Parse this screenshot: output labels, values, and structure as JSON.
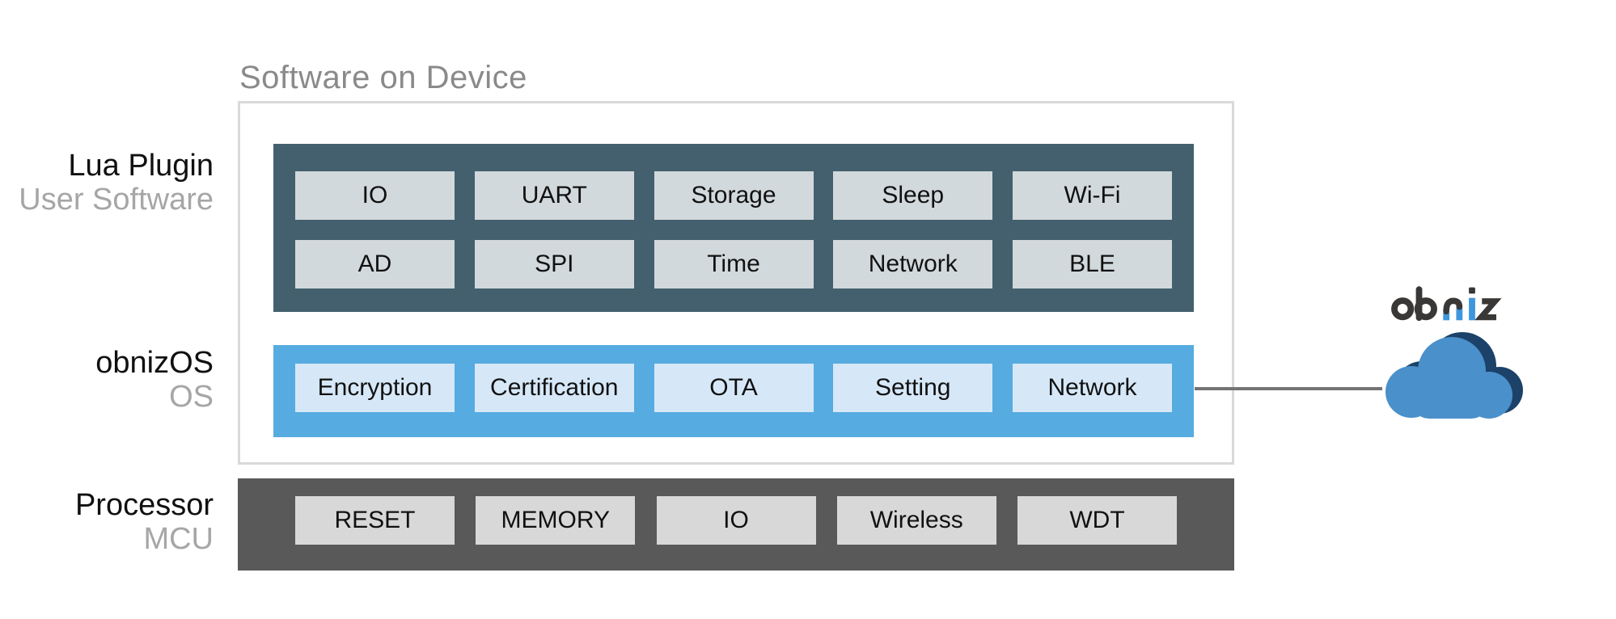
{
  "title": "Software on Device",
  "sections": {
    "user_software": {
      "label": "Lua Plugin",
      "sublabel": "User Software",
      "rows": [
        [
          "IO",
          "UART",
          "Storage",
          "Sleep",
          "Wi-Fi"
        ],
        [
          "AD",
          "SPI",
          "Time",
          "Network",
          "BLE"
        ]
      ]
    },
    "os": {
      "label": "obnizOS",
      "sublabel": "OS",
      "chips": [
        "Encryption",
        "Certification",
        "OTA",
        "Setting",
        "Network"
      ]
    },
    "processor": {
      "label": "Processor",
      "sublabel": "MCU",
      "chips": [
        "RESET",
        "MEMORY",
        "IO",
        "Wireless",
        "WDT"
      ]
    }
  },
  "cloud": {
    "label": "obniz"
  },
  "colors": {
    "user_layer": "#44606e",
    "user_chip": "#d2d9dc",
    "os_layer": "#56abe0",
    "os_chip": "#d6e8f8",
    "processor_layer": "#595959",
    "processor_chip": "#d8d8d8",
    "outer_border": "#d9d9d9",
    "title_text": "#8a8a8a",
    "muted_label": "#a6a6a6",
    "connector": "#737373",
    "cloud_body": "#4a90ca",
    "cloud_shadow": "#1c426a",
    "logo_dark": "#3a3836",
    "logo_blue": "#3e96dd"
  }
}
